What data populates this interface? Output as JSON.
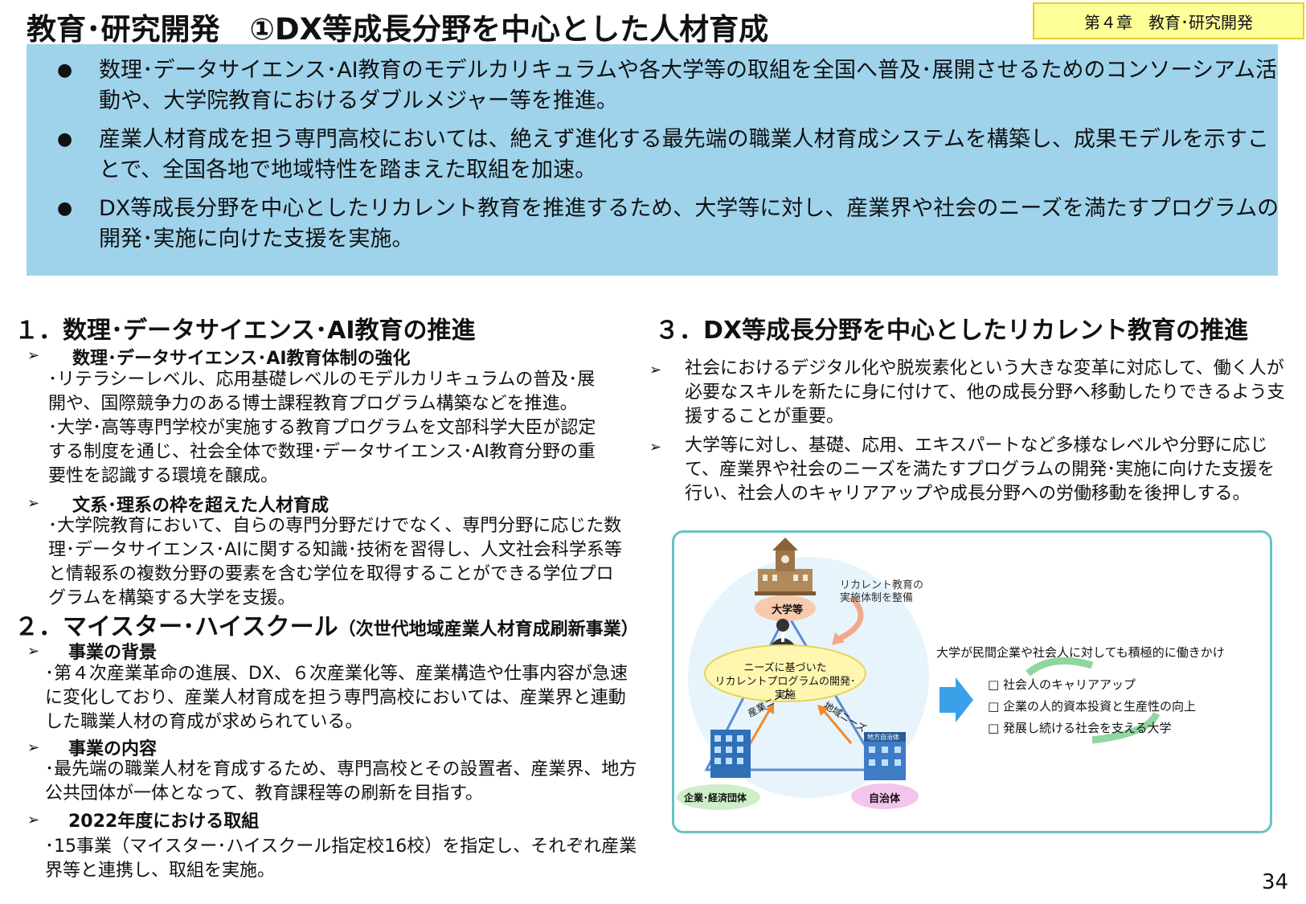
{
  "header": {
    "title": "教育･研究開発　①DX等成長分野を中心とした人材育成",
    "chapter_badge": "第４章　教育･研究開発"
  },
  "summary": {
    "bullets": [
      "数理･データサイエンス･AI教育のモデルカリキュラムや各大学等の取組を全国へ普及･展開させるためのコンソーシアム活動や、大学院教育におけるダブルメジャー等を推進。",
      "産業人材育成を担う専門高校においては、絶えず進化する最先端の職業人材育成システムを構築し、成果モデルを示すことで、全国各地で地域特性を踏まえた取組を加速。",
      "DX等成長分野を中心としたリカレント教育を推進するため、大学等に対し、産業界や社会のニーズを満たすプログラムの開発･実施に向けた支援を実施。"
    ]
  },
  "section1": {
    "title": "１．数理･データサイエンス･AI教育の推進",
    "sub1": {
      "title": "数理･データサイエンス･AI教育体制の強化",
      "items": [
        "･リテラシーレベル、応用基礎レベルのモデルカリキュラムの普及･展開や、国際競争力のある博士課程教育プログラム構築などを推進。",
        "･大学･高等専門学校が実施する教育プログラムを文部科学大臣が認定する制度を通じ、社会全体で数理･データサイエンス･AI教育分野の重要性を認識する環境を醸成。"
      ]
    },
    "sub2": {
      "title": "文系･理系の枠を超えた人材育成",
      "items": [
        "･大学院教育において、自らの専門分野だけでなく、専門分野に応じた数理･データサイエンス･AIに関する知識･技術を習得し、人文社会科学系等と情報系の複数分野の要素を含む学位を取得することができる学位プログラムを構築する大学を支援。"
      ]
    }
  },
  "section2": {
    "title": "２．マイスター･ハイスクール",
    "title_suffix": "（次世代地域産業人材育成刷新事業）",
    "sub1": {
      "title": "事業の背景",
      "text": "･第４次産業革命の進展、DX、６次産業化等、産業構造や仕事内容が急速に変化しており、産業人材育成を担う専門高校においては、産業界と連動した職業人材の育成が求められている。"
    },
    "sub2": {
      "title": "事業の内容",
      "text": "･最先端の職業人材を育成するため、専門高校とその設置者、産業界、地方公共団体が一体となって、教育課程等の刷新を目指す。"
    },
    "sub3": {
      "title": "2022年度における取組",
      "text": "･15事業（マイスター･ハイスクール指定校16校）を指定し、それぞれ産業界等と連携し、取組を実施。"
    }
  },
  "section3": {
    "title": "３．DX等成長分野を中心としたリカレント教育の推進",
    "items": [
      "社会におけるデジタル化や脱炭素化という大きな変革に対応して、働く人が必要なスキルを新たに身に付けて、他の成長分野へ移動したりできるよう支援することが重要。",
      "大学等に対し、基礎、応用、エキスパートなど多様なレベルや分野に応じて、産業界や社会のニーズを満たすプログラムの開発･実施に向けた支援を行い、社会人のキャリアアップや成長分野への労働移動を後押しする。"
    ]
  },
  "diagram": {
    "university_label": "大学等",
    "recurrent_note_line1": "リカレント教育の",
    "recurrent_note_line2": "実施体制を整備",
    "center_line1": "ニーズに基づいた",
    "center_line2": "リカレントプログラムの開発･実施",
    "industry_needs": "産業ニーズ",
    "regional_needs": "地域ニーズ",
    "company_label": "企業･経済団体",
    "municipality_label": "自治体",
    "building_sign": "地方自治体",
    "outreach_title": "大学が民間企業や社会人に対しても積極的に働きかけ",
    "outcomes": [
      "□ 社会人のキャリアアップ",
      "□ 企業の人的資本投資と生産性の向上",
      "□ 発展し続ける社会を支える大学"
    ],
    "colors": {
      "frame": "#68c1c7",
      "circle": "#e7f4fb",
      "ellipse": "#fff7b0",
      "uni_pill": "#f7c9ad",
      "company_pill": "#cdeec9",
      "muni_pill": "#f3c4ec",
      "arrow_orange": "#ef8a2e",
      "big_arrow": "#3aa0e8",
      "cycle_green": "#8fd6a0"
    }
  },
  "page": {
    "number": "34"
  }
}
